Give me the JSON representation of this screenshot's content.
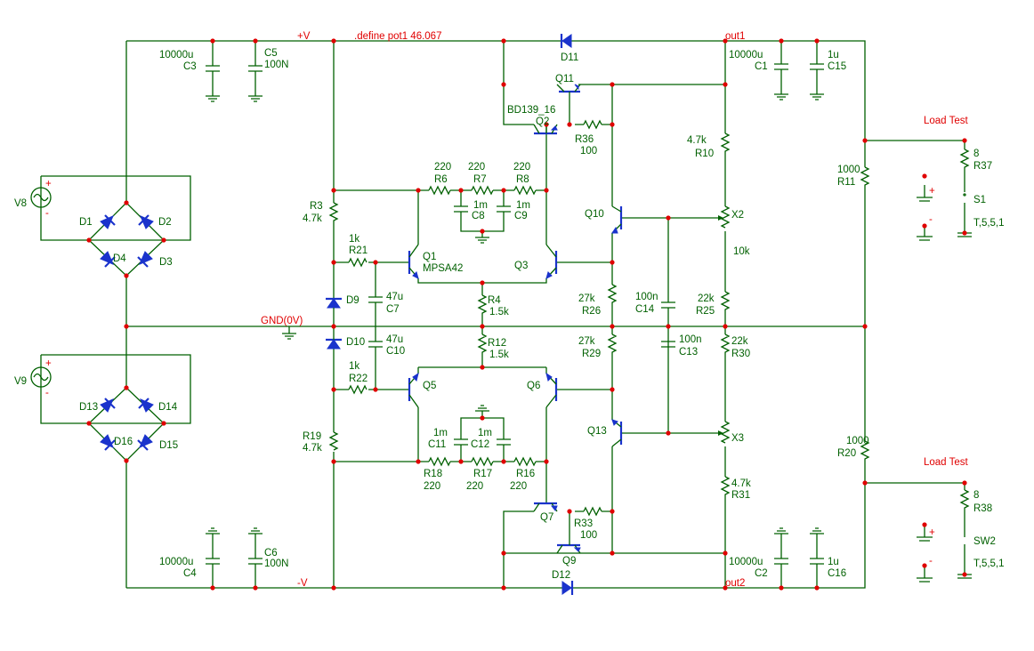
{
  "directive": ".define pot1 46.067",
  "nets": {
    "vpos": "+V",
    "vneg": "-V",
    "gnd": "GND(0V)",
    "out1": "out1",
    "out2": "out2"
  },
  "load_test": {
    "upper": "Load Test",
    "lower": "Load Test"
  },
  "colors": {
    "wire": "#006000",
    "node": "#e00000",
    "semiconductor": "#1a33cc",
    "background": "#ffffff"
  },
  "sources": {
    "v8": "V8",
    "v9": "V9",
    "plus": "+",
    "minus": "-"
  },
  "diodes": {
    "d1": "D1",
    "d2": "D2",
    "d3": "D3",
    "d4": "D4",
    "d9": "D9",
    "d10": "D10",
    "d11": "D11",
    "d12": "D12",
    "d13": "D13",
    "d14": "D14",
    "d15": "D15",
    "d16": "D16"
  },
  "transistors": {
    "q1": "Q1",
    "q1_part": "MPSA42",
    "q2": "Q2",
    "q2_part": "BD139_16",
    "q3": "Q3",
    "q5": "Q5",
    "q6": "Q6",
    "q7": "Q7",
    "q9": "Q9",
    "q10": "Q10",
    "q11": "Q11",
    "q13": "Q13"
  },
  "capacitors": {
    "c1": {
      "name": "C1",
      "value": "10000u"
    },
    "c2": {
      "name": "C2",
      "value": "10000u"
    },
    "c3": {
      "name": "C3",
      "value": "10000u"
    },
    "c4": {
      "name": "C4",
      "value": "10000u"
    },
    "c5": {
      "name": "C5",
      "value": "100N"
    },
    "c6": {
      "name": "C6",
      "value": "100N"
    },
    "c7": {
      "name": "C7",
      "value": "47u"
    },
    "c10": {
      "name": "C10",
      "value": "47u"
    },
    "c8": {
      "name": "C8",
      "value": "1m"
    },
    "c9": {
      "name": "C9",
      "value": "1m"
    },
    "c11": {
      "name": "C11",
      "value": "1m"
    },
    "c12": {
      "name": "C12",
      "value": "1m"
    },
    "c13": {
      "name": "C13",
      "value": "100n"
    },
    "c14": {
      "name": "C14",
      "value": "100n"
    },
    "c15": {
      "name": "C15",
      "value": "1u"
    },
    "c16": {
      "name": "C16",
      "value": "1u"
    }
  },
  "resistors": {
    "r3": {
      "name": "R3",
      "value": "4.7k"
    },
    "r4": {
      "name": "R4",
      "value": "1.5k"
    },
    "r6": {
      "name": "R6",
      "value": "220"
    },
    "r7": {
      "name": "R7",
      "value": "220"
    },
    "r8": {
      "name": "R8",
      "value": "220"
    },
    "r10": {
      "name": "R10",
      "value": "4.7k"
    },
    "r11": {
      "name": "R11",
      "value": "1000"
    },
    "r12": {
      "name": "R12",
      "value": "1.5k"
    },
    "r16": {
      "name": "R16",
      "value": "220"
    },
    "r17": {
      "name": "R17",
      "value": "220"
    },
    "r18": {
      "name": "R18",
      "value": "220"
    },
    "r19": {
      "name": "R19",
      "value": "4.7k"
    },
    "r20": {
      "name": "R20",
      "value": "1000"
    },
    "r21": {
      "name": "R21",
      "value": "1k"
    },
    "r22": {
      "name": "R22",
      "value": "1k"
    },
    "r25": {
      "name": "R25",
      "value": "22k"
    },
    "r26": {
      "name": "R26",
      "value": "27k"
    },
    "r29": {
      "name": "R29",
      "value": "27k"
    },
    "r30": {
      "name": "R30",
      "value": "22k"
    },
    "r31": {
      "name": "R31",
      "value": "4.7k"
    },
    "r33": {
      "name": "R33",
      "value": "100"
    },
    "r36": {
      "name": "R36",
      "value": "100"
    },
    "r37": {
      "name": "R37",
      "value": "8"
    },
    "r38": {
      "name": "R38",
      "value": "8"
    }
  },
  "pots": {
    "x2": "X2",
    "x2_value": "10k",
    "x3": "X3"
  },
  "switches": {
    "s1": "S1",
    "s1_model": "T,5,5,1",
    "sw2": "SW2",
    "sw2_model": "T,5,5,1"
  }
}
